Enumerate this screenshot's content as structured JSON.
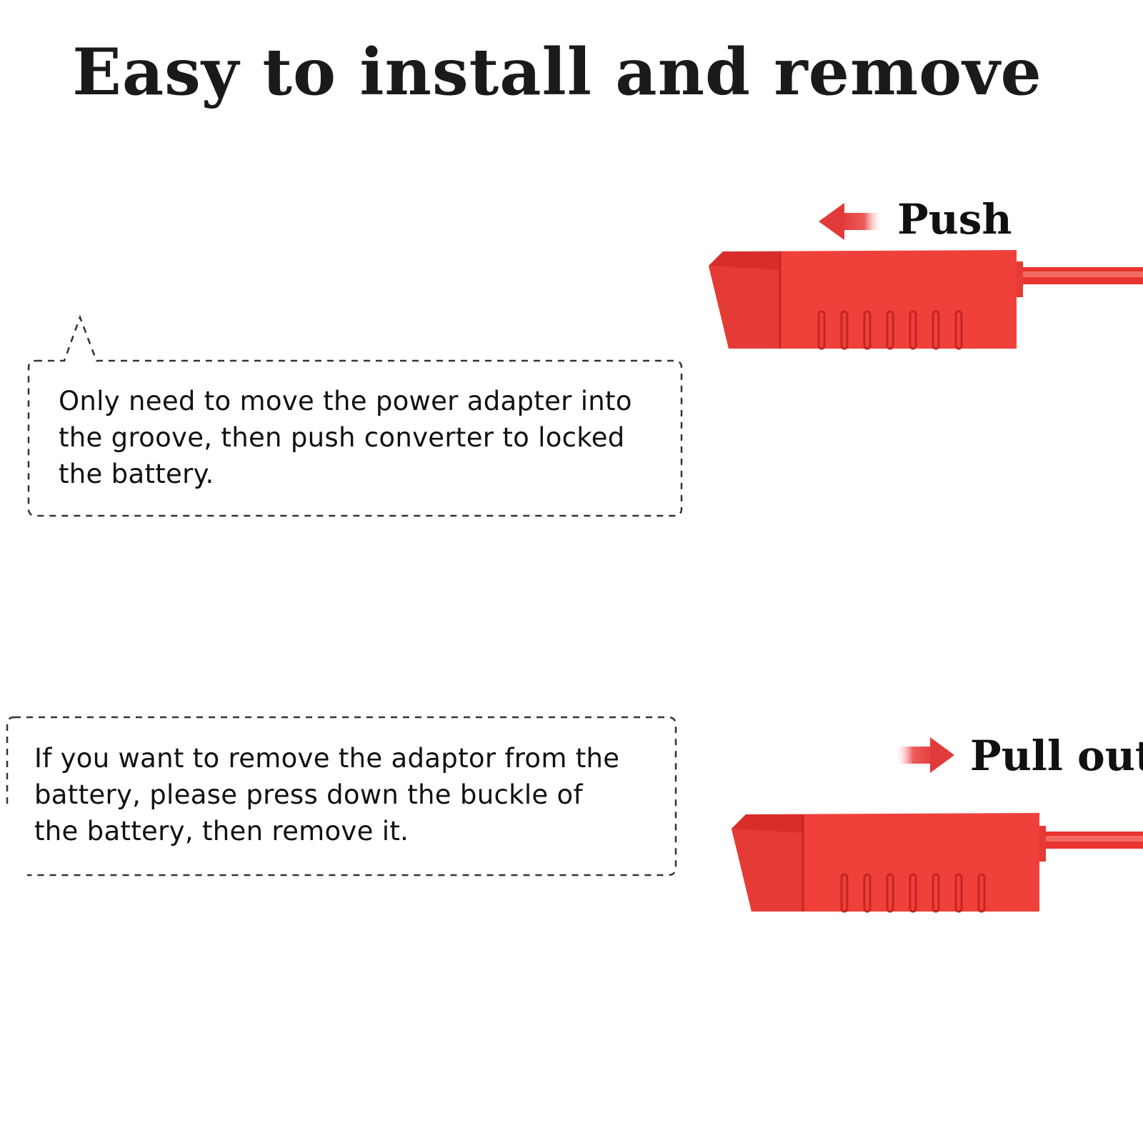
{
  "title": "Easy to install and remove",
  "install": {
    "label": "Push",
    "lines": [
      "Only need to move the power adapter into",
      "the groove, then push converter to locked",
      "the battery."
    ]
  },
  "remove": {
    "label": "Pull out",
    "lines": [
      "If you want to remove the adaptor from the",
      "battery, please press down the buckle of",
      "the battery, then remove it."
    ]
  },
  "colors": {
    "adapter_red": "#f0403a",
    "arrow_red": "#e23a3a",
    "border": "#333333"
  },
  "icons": {
    "push_arrow": "arrow-left-icon",
    "pull_arrow": "arrow-right-icon"
  }
}
